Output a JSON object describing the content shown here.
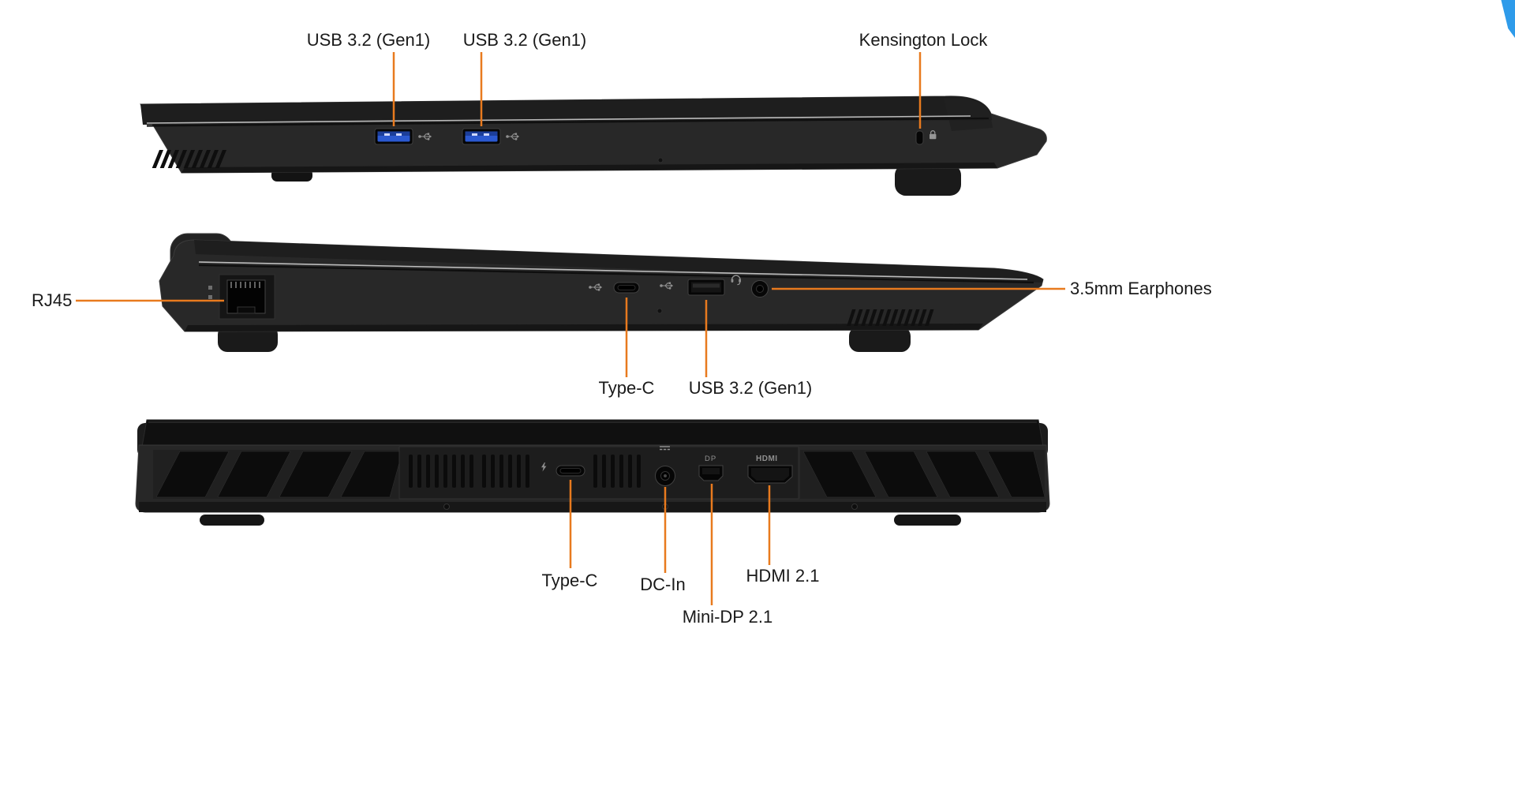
{
  "page": {
    "background": "#ffffff"
  },
  "colors": {
    "leader_line": "#E87A1E",
    "usb_port_blue": "#2B59D0",
    "laptop_body": "#262626",
    "brand_corner_blue": "#2E9BEA",
    "label_text": "#1a1a1a"
  },
  "views": [
    {
      "name": "right-side-view",
      "callouts": [
        {
          "label": "USB 3.2 (Gen1)"
        },
        {
          "label": "USB 3.2 (Gen1)"
        },
        {
          "label": "Kensington Lock"
        }
      ],
      "ports": [
        {
          "name": "usb-a-3.2-gen1-port-1",
          "icon": "usb-icon"
        },
        {
          "name": "usb-a-3.2-gen1-port-2",
          "icon": "usb-icon"
        },
        {
          "name": "kensington-lock-slot",
          "icon": "lock-icon"
        }
      ]
    },
    {
      "name": "left-side-view",
      "callouts": [
        {
          "label": "RJ45"
        },
        {
          "label": "3.5mm Earphones"
        },
        {
          "label": "Type-C"
        },
        {
          "label": "USB 3.2 (Gen1)"
        }
      ],
      "ports": [
        {
          "name": "rj45-port"
        },
        {
          "name": "usb-c-port",
          "icon": "usb-icon"
        },
        {
          "name": "usb-a-port",
          "icon": "usb-icon"
        },
        {
          "name": "audio-jack",
          "icon": "headset-icon"
        }
      ]
    },
    {
      "name": "rear-view",
      "callouts": [
        {
          "label": "Type-C"
        },
        {
          "label": "DC-In"
        },
        {
          "label": "HDMI 2.1"
        },
        {
          "label": "Mini-DP 2.1"
        }
      ],
      "ports": [
        {
          "name": "usb-c-port",
          "icon": "thunderbolt-icon"
        },
        {
          "name": "dc-in-jack",
          "icon": "dc-power-icon"
        },
        {
          "name": "mini-dp-port"
        },
        {
          "name": "hdmi-port"
        }
      ],
      "markings": {
        "dp": "DP",
        "hdmi": "HDMI"
      }
    }
  ]
}
